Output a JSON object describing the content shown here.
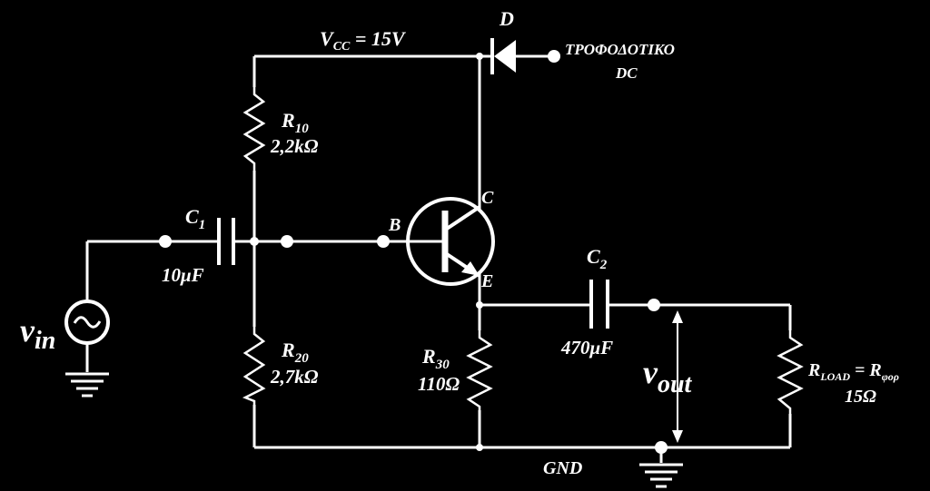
{
  "supply": {
    "label_main": "V",
    "label_sub": "CC",
    "label_rest": " = 15V"
  },
  "diode": {
    "label": "D"
  },
  "power_supply": {
    "line1": "ΤΡΟΦΟΔΟΤΙΚΟ",
    "line2": "DC"
  },
  "r10": {
    "name_main": "R",
    "name_sub": "10",
    "value": "2,2kΩ"
  },
  "r20": {
    "name_main": "R",
    "name_sub": "20",
    "value": "2,7kΩ"
  },
  "r30": {
    "name_main": "R",
    "name_sub": "30",
    "value": "110Ω"
  },
  "c1": {
    "name_main": "C",
    "name_sub": "1",
    "value": "10μF"
  },
  "c2": {
    "name_main": "C",
    "name_sub": "2",
    "value": "470μF"
  },
  "load": {
    "name_main": "R",
    "name_sub": "LOAD",
    "eq": " = R",
    "eq_sub": "φορ",
    "value": "15Ω"
  },
  "transistor": {
    "b": "B",
    "c": "C",
    "e": "E"
  },
  "vin": {
    "main": "v",
    "sub": "in"
  },
  "vout": {
    "main": "v",
    "sub": "out"
  },
  "ground": {
    "label": "GND"
  }
}
